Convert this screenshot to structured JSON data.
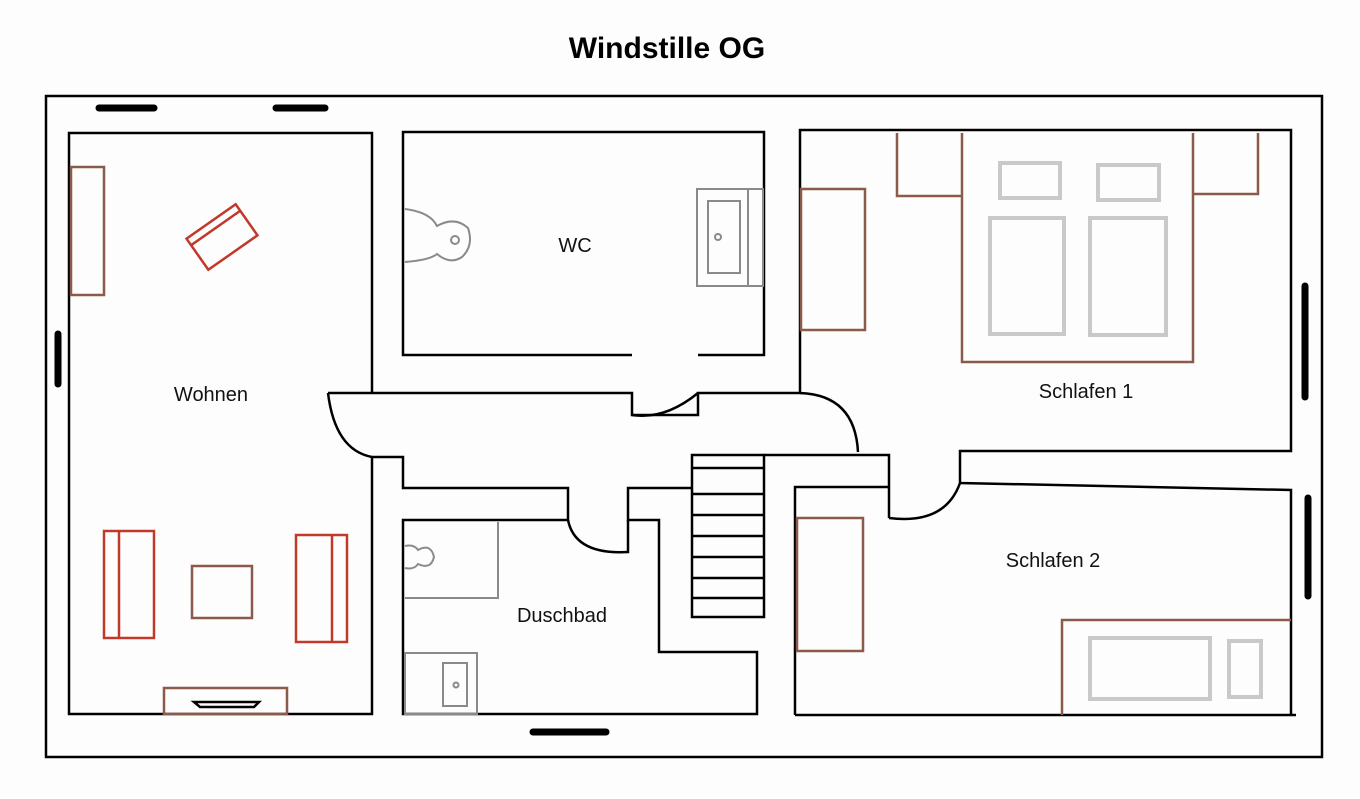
{
  "title": "Windstille OG",
  "rooms": {
    "wohnen": "Wohnen",
    "wc": "WC",
    "schlafen1": "Schlafen 1",
    "schlafen2": "Schlafen 2",
    "duschbad": "Duschbad"
  },
  "colors": {
    "walls": "#000000",
    "furniture_brown": "#8b5a4a",
    "furniture_red": "#c0392b",
    "fixtures_gray": "#c9c9c9"
  }
}
